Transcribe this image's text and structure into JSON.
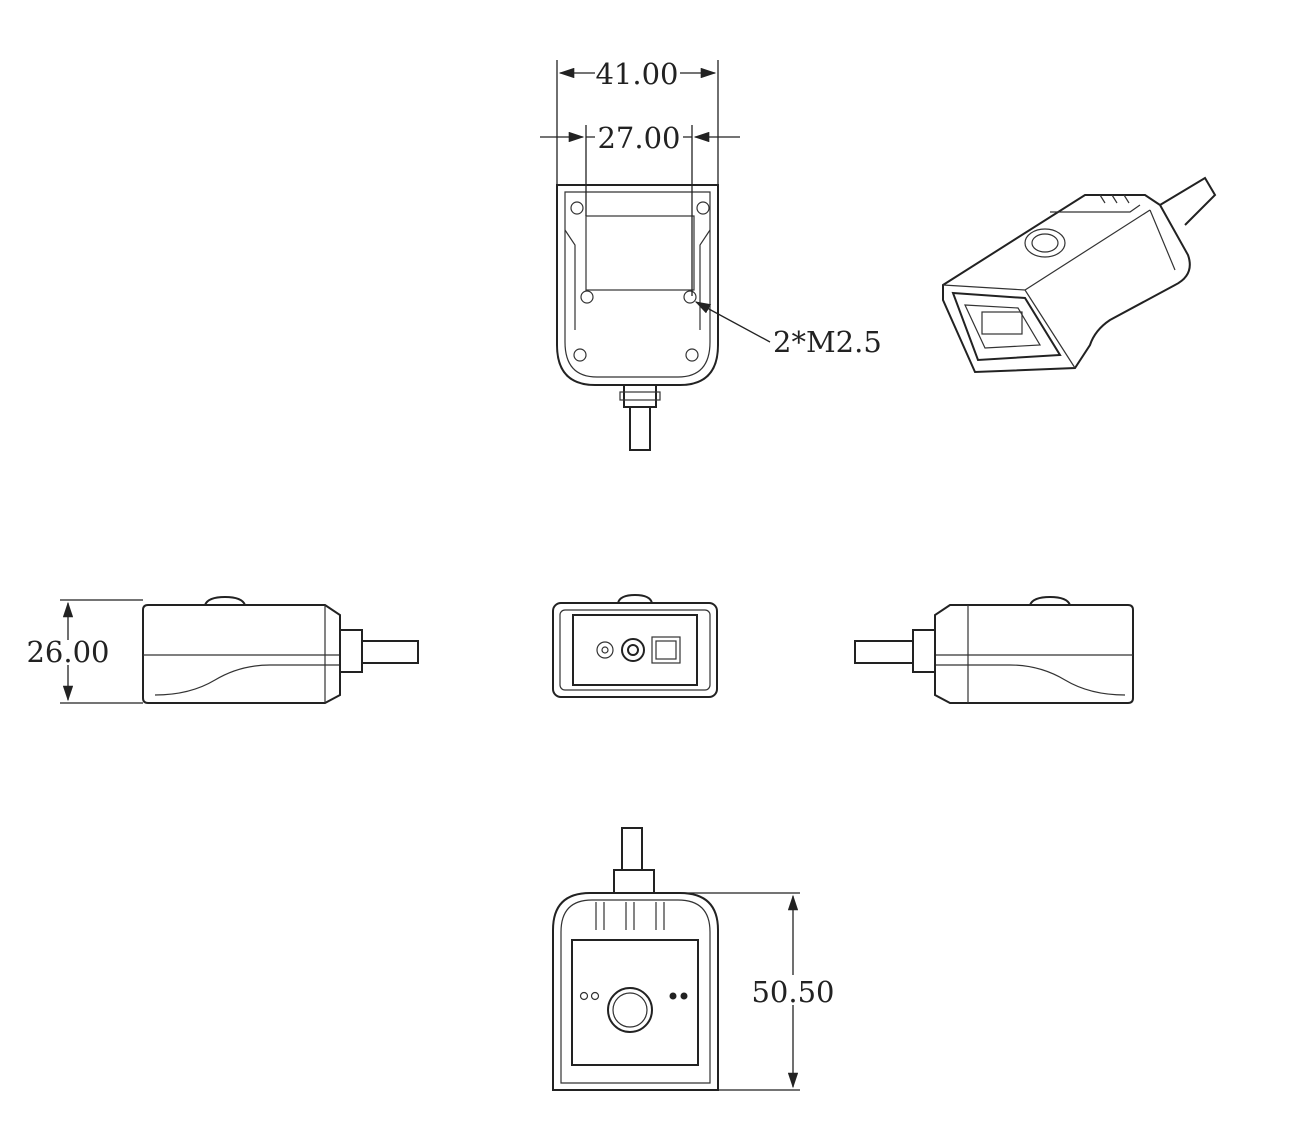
{
  "drawing": {
    "dimensions": {
      "overall_width": "41.00",
      "hole_spacing": "27.00",
      "mounting_holes": "2*M2.5",
      "height": "26.00",
      "depth": "50.50"
    },
    "line_color": "#222222",
    "background": "#ffffff"
  }
}
